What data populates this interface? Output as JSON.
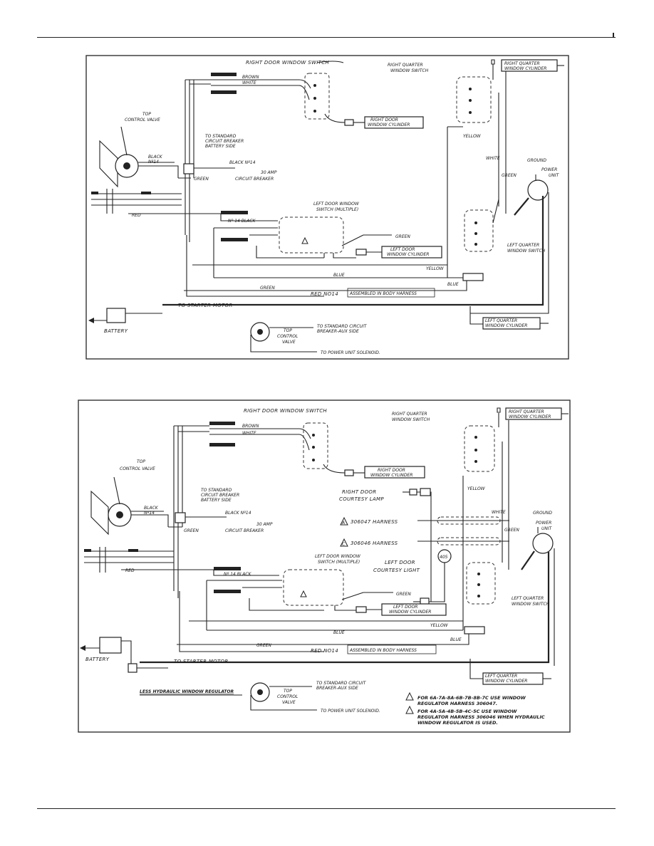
{
  "diagram_top": {
    "labels": {
      "right_door_window_switch": "RIGHT DOOR WINDOW SWITCH",
      "right_quarter_window_switch_1": "RIGHT QUARTER",
      "right_quarter_window_switch_2": "WINDOW SWITCH",
      "right_quarter_window_cylinder_1": "RIGHT QUARTER",
      "right_quarter_window_cylinder_2": "WINDOW CYLINDER",
      "brown": "BROWN",
      "white": "WHITE",
      "top_control_valve_1": "TOP",
      "top_control_valve_2": "CONTROL VALVE",
      "right_door_window_cylinder_1": "RIGHT DOOR",
      "right_door_window_cylinder_2": "WINDOW CYLINDER",
      "to_standard_cb_1": "TO STANDARD",
      "to_standard_cb_2": "CIRCUIT BREAKER",
      "to_standard_cb_3": "BATTERY SIDE",
      "yellow_top": "YELLOW",
      "black_n14_a": "BLACK",
      "black_n14_b": "Nº14",
      "black_n14_long": "BLACK Nº14",
      "green_small": "GREEN",
      "amp_30": "30 AMP",
      "circuit_breaker": "CIRCUIT BREAKER",
      "white_right": "WHITE",
      "ground": "GROUND",
      "power_unit_1": "POWER",
      "power_unit_2": "UNIT",
      "green_right": "GREEN",
      "left_door_window_switch_1": "LEFT DOOR WINDOW",
      "left_door_window_switch_2": "SWITCH (MULTIPLE)",
      "red": "RED",
      "n14_black": "Nº 14 BLACK",
      "green_mid": "GREEN",
      "left_door_window_cylinder_1": "LEFT DOOR",
      "left_door_window_cylinder_2": "WINDOW CYLINDER",
      "left_quarter_window_switch_1": "LEFT QUARTER",
      "left_quarter_window_switch_2": "WINDOW SWITCH",
      "yellow_bottom": "YELLOW",
      "blue": "BLUE",
      "blue_right": "BLUE",
      "green_bottom": "GREEN",
      "red_n14": "RED NO14",
      "assembled": "ASSEMBLED IN BODY HARNESS",
      "to_starter_motor": "TO STARTER MOTOR",
      "battery": "BATTERY",
      "left_quarter_window_cylinder_1": "LEFT QUARTER",
      "left_quarter_window_cylinder_2": "WINDOW CYLINDER",
      "to_standard_cb_aux_1": "TO STANDARD CIRCUIT",
      "to_standard_cb_aux_2": "BREAKER-AUX SIDE",
      "top_control_valve_b1": "TOP",
      "top_control_valve_b2": "CONTROL",
      "top_control_valve_b3": "VALVE",
      "to_power_unit": "TO POWER UNIT SOLENOID."
    }
  },
  "diagram_bottom": {
    "labels": {
      "right_door_window_switch": "RIGHT DOOR WINDOW SWITCH",
      "right_quarter_window_switch_1": "RIGHT QUARTER",
      "right_quarter_window_switch_2": "WINDOW SWITCH",
      "right_quarter_window_cylinder_1": "RIGHT QUARTER",
      "right_quarter_window_cylinder_2": "WINDOW CYLINDER",
      "brown": "BROWN",
      "white": "WHITE",
      "top_control_valve_1": "TOP",
      "top_control_valve_2": "CONTROL VALVE",
      "right_door_window_cylinder_1": "RIGHT DOOR",
      "right_door_window_cylinder_2": "WINDOW CYLINDER",
      "yellow_top": "YELLOW",
      "to_standard_cb_1": "TO STANDARD",
      "to_standard_cb_2": "CIRCUIT BREAKER",
      "to_standard_cb_3": "BATTERY SIDE",
      "right_door_courtesy_lamp_1": "RIGHT DOOR",
      "right_door_courtesy_lamp_2": "COURTESY LAMP",
      "black_n14_a": "BLACK",
      "black_n14_b": "Nº14",
      "black_n14_long": "BLACK Nº14",
      "green_small": "GREEN",
      "amp_30": "30 AMP",
      "circuit_breaker": "CIRCUIT BREAKER",
      "harness_306047": "306047 HARNESS",
      "harness_306046": "306046 HARNESS",
      "white_right": "WHITE",
      "green_right": "GREEN",
      "ground": "GROUND",
      "power_unit_1": "POWER",
      "power_unit_2": "UNIT",
      "circle_405": "405",
      "left_door_window_switch_1": "LEFT DOOR WINDOW",
      "left_door_window_switch_2": "SWITCH (MULTIPLE)",
      "left_door_courtesy_light_1": "LEFT DOOR",
      "left_door_courtesy_light_2": "COURTESY LIGHT",
      "red": "RED",
      "n14_black": "Nº 14 BLACK",
      "green_mid": "GREEN",
      "left_door_window_cylinder_1": "LEFT DOOR",
      "left_door_window_cylinder_2": "WINDOW CYLINDER",
      "left_quarter_window_switch_1": "LEFT QUARTER",
      "left_quarter_window_switch_2": "WINDOW SWITCH",
      "yellow_bottom": "YELLOW",
      "blue": "BLUE",
      "blue_right": "BLUE",
      "green_bottom": "GREEN",
      "red_n14": "RED NO14",
      "assembled": "ASSEMBLED IN BODY HARNESS",
      "battery": "BATTERY",
      "to_starter_motor": "TO STARTER MOTOR",
      "left_quarter_window_cylinder_1": "LEFT QUARTER",
      "left_quarter_window_cylinder_2": "WINDOW CYLINDER",
      "less_hydraulic": "LESS HYDRAULIC WINDOW REGULATOR",
      "to_standard_cb_aux_1": "TO STANDARD CIRCUIT",
      "to_standard_cb_aux_2": "BREAKER-AUX SIDE",
      "top_control_valve_b1": "TOP",
      "top_control_valve_b2": "CONTROL",
      "top_control_valve_b3": "VALVE",
      "to_power_unit": "TO POWER UNIT SOLENOID.",
      "note_a_1": "FOR 6A-7A-8A-6B-7B-8B-7C USE WINDOW",
      "note_a_2": "REGULATOR HARNESS 306047.",
      "note_b_1": "FOR 4A-5A-4B-5B-4C-5C USE WINDOW",
      "note_b_2": "REGULATOR HARNESS 306046 WHEN HYDRAULIC",
      "note_b_3": "WINDOW REGULATOR IS USED.",
      "marker_a": "A",
      "marker_c": "C"
    }
  }
}
